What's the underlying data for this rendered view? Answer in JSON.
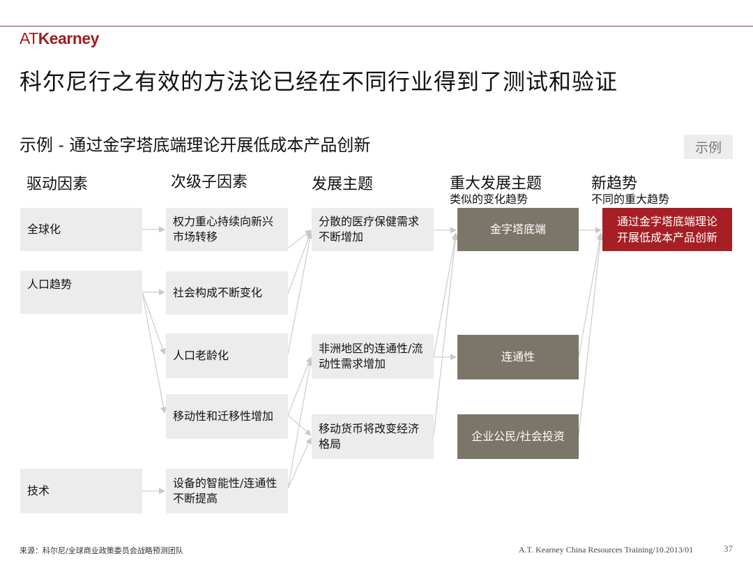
{
  "logo": {
    "at": "AT",
    "kearney": "Kearney"
  },
  "title": "科尔尼行之有效的方法论已经在不同行业得到了测试和验证",
  "subtitle": "示例 - 通过金字塔底端理论开展低成本产品创新",
  "example_tag": "示例",
  "columns": {
    "c1": {
      "title": "驱动因素"
    },
    "c2": {
      "title": "次级子因素"
    },
    "c3": {
      "title": "发展主题"
    },
    "c4": {
      "title": "重大发展主题",
      "sub": "类似的变化趋势"
    },
    "c5": {
      "title": "新趋势",
      "sub": "不同的重大趋势"
    }
  },
  "drivers": [
    "全球化",
    "人口趋势",
    "技术"
  ],
  "subfactors": [
    "权力重心持续向新兴市场转移",
    "社会构成不断变化",
    "人口老龄化",
    "移动性和迁移性增加",
    "设备的智能性/连通性不断提高"
  ],
  "themes": [
    "分散的医疗保健需求不断增加",
    "非洲地区的连通性/流动性需求增加",
    "移动货币将改变经济格局"
  ],
  "major_themes": [
    "金字塔底端",
    "连通性",
    "企业公民/社会投资"
  ],
  "new_trend": [
    "通过金字塔底端理论",
    "开展低成本产品创新"
  ],
  "footer": {
    "source": "来源：科尔尼/全球商业政策委员会战略预测团队",
    "right": "A.T. Kearney  China Resources  Training/10.2013/01",
    "page": "37"
  }
}
